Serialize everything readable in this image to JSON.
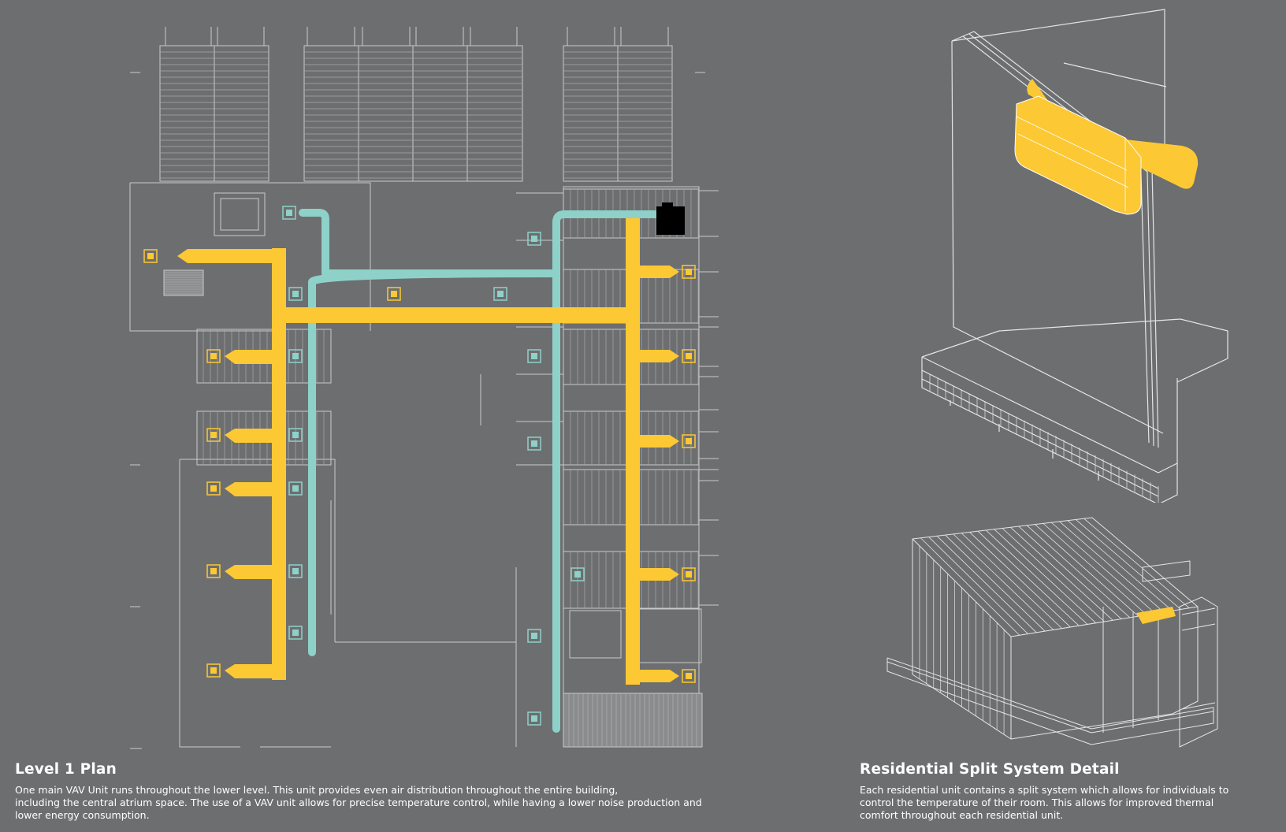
{
  "colors": {
    "background": "#6d6e70",
    "linework": "#c9cacb",
    "supply_duct": "#fcc834",
    "return_duct": "#8ed1c9",
    "vav_unit": "#000000"
  },
  "level_plan": {
    "title": "Level 1 Plan",
    "description": "One main VAV Unit runs throughout the lower level. This unit provides even air distribution throughout the entire building,\nincluding the central atrium space. The use of a VAV unit allows for precise temperature control, while having a lower noise production and\nlower energy consumption."
  },
  "split_detail": {
    "title": "Residential Split System Detail",
    "description": "Each residential unit contains a split system which allows for individuals to\ncontrol the temperature of their room. This allows for improved thermal\ncomfort throughout each residential unit."
  }
}
